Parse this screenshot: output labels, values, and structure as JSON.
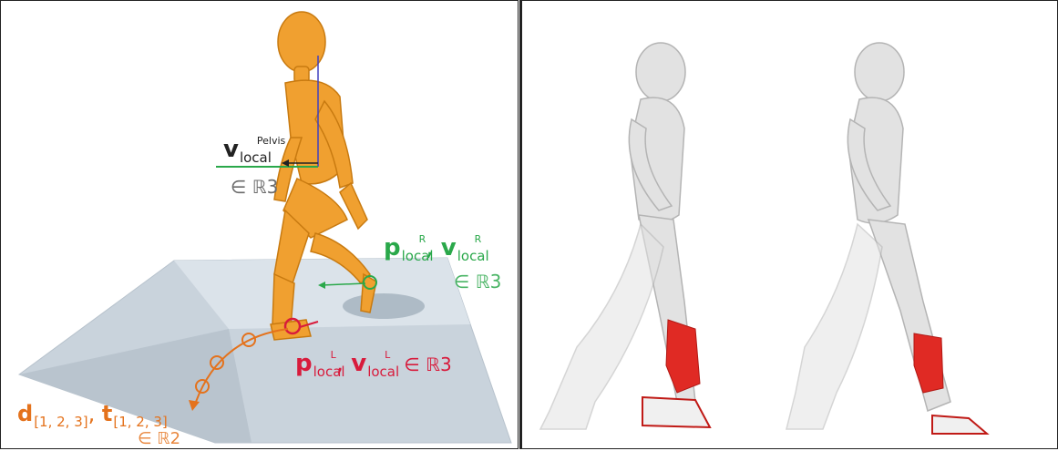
{
  "left": {
    "pelvis_label": {
      "main": "v",
      "sup": "Pelvis",
      "sub": "local",
      "set": "∈ ℝ3"
    },
    "right_label": {
      "p": "p",
      "v": "v",
      "sup": "R",
      "sub": "local",
      "set": "∈ ℝ3"
    },
    "left_label": {
      "p": "p",
      "v": "v",
      "sup": "L",
      "sub": "local",
      "set": "∈ ℝ3"
    },
    "traj_label": {
      "d": "d",
      "d_sub": "[1, 2, 3]",
      "t": "t",
      "t_sub": "[1, 2, 3]",
      "set": "∈ ℝ2"
    },
    "colors": {
      "mannequin": "#f0a030",
      "green": "#2aa84a",
      "red": "#d81b3c",
      "orange": "#e4721c",
      "floor": "#c9d3dc"
    }
  },
  "right": {
    "figures": [
      "human-model-left",
      "human-model-right"
    ],
    "colors": {
      "body": "#d8d8d8",
      "highlight": "#e02a24"
    }
  }
}
